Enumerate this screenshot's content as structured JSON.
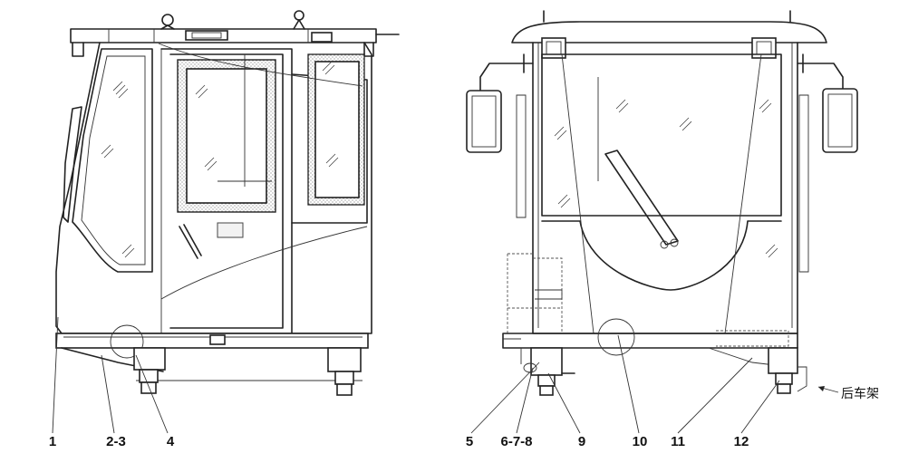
{
  "views": [
    {
      "id": "side-view",
      "callouts": [
        "1",
        "2-3",
        "4"
      ]
    },
    {
      "id": "rear-view",
      "callouts": [
        "5",
        "6-7-8",
        "9",
        "10",
        "11",
        "12"
      ]
    }
  ],
  "callouts": {
    "c1": "1",
    "c2_3": "2-3",
    "c4": "4",
    "c5": "5",
    "c6_7_8": "6-7-8",
    "c9": "9",
    "c10": "10",
    "c11": "11",
    "c12": "12"
  },
  "rear_frame_label": "后车架",
  "colors": {
    "line": "#222222",
    "background": "#ffffff",
    "glass_fill": "#f2f2f2"
  }
}
